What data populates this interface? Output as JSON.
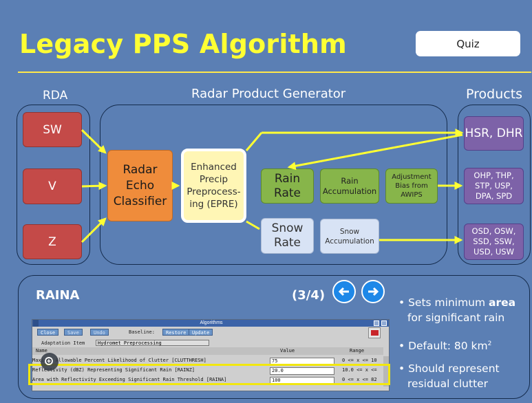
{
  "slide": {
    "title": "Legacy PPS Algorithm",
    "quiz_label": "Quiz"
  },
  "diagram": {
    "headers": {
      "rda": "RDA",
      "rpg": "Radar Product Generator",
      "products": "Products"
    },
    "rda_boxes": [
      "SW",
      "V",
      "Z"
    ],
    "rec": [
      "Radar",
      "Echo",
      "Classifier"
    ],
    "epre": [
      "Enhanced",
      "Precip",
      "Preprocess-",
      "ing (EPRE)"
    ],
    "rain_rate": [
      "Rain",
      "Rate"
    ],
    "rain_accumulation": [
      "Rain",
      "Accumulation"
    ],
    "adjustment": [
      "Adjustment",
      "Bias from",
      "AWIPS"
    ],
    "snow_rate": [
      "Snow",
      "Rate"
    ],
    "snow_accumulation": [
      "Snow",
      "Accumulation"
    ],
    "products": {
      "hsr": "HSR, DHR",
      "rain_products": [
        "OHP, THP,",
        "STP, USP,",
        "DPA, SPD"
      ],
      "snow_products": [
        "OSD, OSW,",
        "SSD, SSW,",
        "USD, USW"
      ]
    },
    "colors": {
      "arrow": "#ffff33",
      "rda": "#c44a48",
      "rec": "#ef8c3b",
      "epre": "#fff6b5",
      "rain": "#87b54a",
      "snow": "#d8e3f5",
      "product": "#7d62a8"
    }
  },
  "raina": {
    "title": "RAINA",
    "counter": "(3/4)",
    "prev_icon": "arrow-left-icon",
    "next_icon": "arrow-right-icon",
    "bullets": {
      "b1_line1_pre": "Sets minimum ",
      "b1_line1_bold": "area",
      "b1_line2": "for significant rain",
      "b2_pre": "Default: 80 km",
      "b2_sup": "2",
      "b3_line1": "Should represent",
      "b3_line2": "residual clutter"
    },
    "window": {
      "title": "Algorithms",
      "close": "Close",
      "save": "Save",
      "undo": "Undo",
      "baseline_label": "Baseline:",
      "restore": "Restore",
      "update": "Update",
      "adaptation_label": "Adaptation Item",
      "adaptation_value": "Hydromet Preprocessing",
      "col_name": "Name",
      "col_value": "Value",
      "col_range": "Range",
      "rows": [
        {
          "name": "Maximum Allowable Percent Likelihood of Clutter [CLUTTHRESH]",
          "value": "75",
          "range": "0 <= x <= 10"
        },
        {
          "name": "Reflectivity (dBZ) Representing Significant Rain [RAINZ]",
          "value": "20.0",
          "range": "10.0 <= x <="
        },
        {
          "name": "Area with Reflectivity Exceeding Significant Rain Threshold [RAINA]",
          "value": "100",
          "range": "0 <= x <= 82"
        }
      ]
    }
  }
}
